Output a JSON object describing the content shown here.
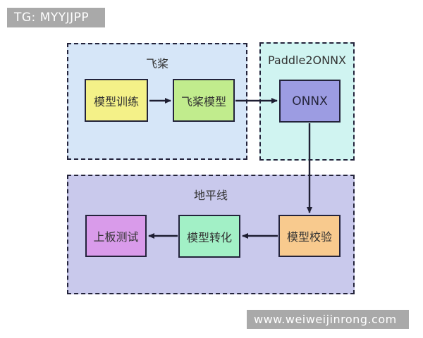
{
  "badges": {
    "top_left": "TG: MYYJJPP",
    "bottom_right": "www.weiweijinrong.com",
    "bg_color": "#a9a9a9",
    "text_color": "#ffffff"
  },
  "diagram": {
    "groups": [
      {
        "id": "paddle",
        "title": "飞桨",
        "bg": "#d6e6f8"
      },
      {
        "id": "paddle2onnx",
        "title": "Paddle2ONNX",
        "bg": "#d0f4f1"
      },
      {
        "id": "horizon",
        "title": "地平线",
        "bg": "#c9c9ec"
      }
    ],
    "nodes": [
      {
        "id": "model-training",
        "label": "模型训练",
        "bg": "#f4f188",
        "group": "paddle"
      },
      {
        "id": "paddle-model",
        "label": "飞桨模型",
        "bg": "#c1ec8d",
        "group": "paddle"
      },
      {
        "id": "onnx",
        "label": "ONNX",
        "bg": "#9c9ce2",
        "group": "paddle2onnx"
      },
      {
        "id": "model-verification",
        "label": "模型校验",
        "bg": "#f8ca8e",
        "group": "horizon"
      },
      {
        "id": "model-conversion",
        "label": "模型转化",
        "bg": "#a2f0c6",
        "group": "horizon"
      },
      {
        "id": "board-testing",
        "label": "上板测试",
        "bg": "#d99bea",
        "group": "horizon"
      }
    ],
    "edges": [
      {
        "from": "model-training",
        "to": "paddle-model",
        "direction": "right"
      },
      {
        "from": "paddle-model",
        "to": "onnx",
        "direction": "right"
      },
      {
        "from": "onnx",
        "to": "model-verification",
        "direction": "down"
      },
      {
        "from": "model-verification",
        "to": "model-conversion",
        "direction": "left"
      },
      {
        "from": "model-conversion",
        "to": "board-testing",
        "direction": "left"
      }
    ],
    "border_color": "#23233b",
    "arrow_color": "#1e1e32"
  }
}
